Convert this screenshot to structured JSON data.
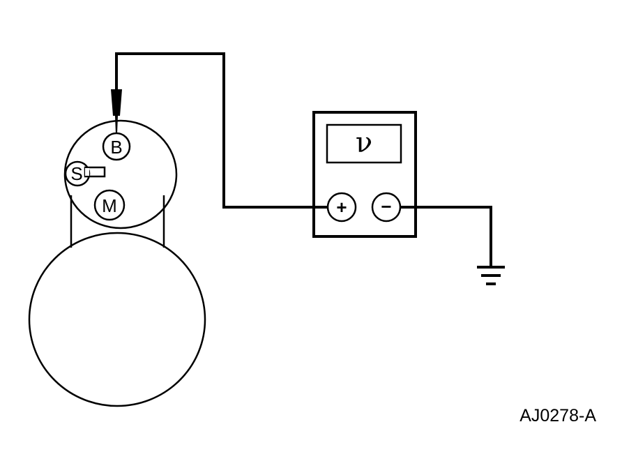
{
  "starter": {
    "terminal_b": "B",
    "terminal_s": "S",
    "terminal_m": "M"
  },
  "voltmeter": {
    "symbol": "ν",
    "positive_label": "+",
    "negative_label": "−"
  },
  "figure_ref": "AJ0278-A"
}
